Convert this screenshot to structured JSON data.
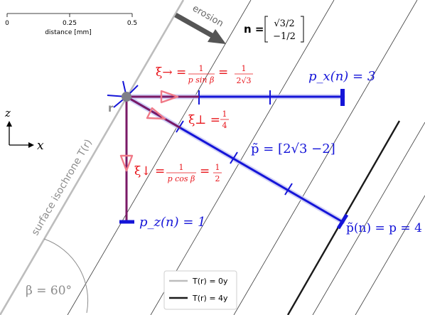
{
  "scalebar": {
    "ticks": [
      "0",
      "0.25",
      "0.5"
    ],
    "label": "distance  [mm]"
  },
  "axes": {
    "z": "z",
    "x": "x"
  },
  "erosion_label": "erosion",
  "normal": {
    "lhs": "n =",
    "row1": "√3/2",
    "row2": "−1/2"
  },
  "point_label": "r",
  "surface_label": "surface isochrone  T(r)",
  "beta_label": "β = 60°",
  "xi_right": {
    "head": "ξ→ =",
    "frac1_num": "1",
    "frac1_den": "p sin β",
    "eq": "=",
    "frac2_num": "1",
    "frac2_den": "2√3"
  },
  "xi_perp": {
    "head": "ξ⊥ =",
    "num": "1",
    "den": "4"
  },
  "xi_down": {
    "head": "ξ↓ =",
    "frac1_num": "1",
    "frac1_den": "p cos β",
    "eq": "=",
    "num": "1",
    "den": "2"
  },
  "px_label": "p_x(n) = 3",
  "pz_label": "p_z(n) = 1",
  "p_tilde_vec": "p̃ = [2√3   −2]",
  "p_tilde_norm": "p̃(n) = p = 4",
  "legend": {
    "items": [
      {
        "label": "T(r) = 0y",
        "color": "#bdbdbd"
      },
      {
        "label": "T(r) = 4y",
        "color": "#1a1a1a"
      }
    ]
  },
  "colors": {
    "red": "#e8141a",
    "blue": "#1515d8",
    "purple": "#7a1a66",
    "gray": "#bdbdbd"
  }
}
